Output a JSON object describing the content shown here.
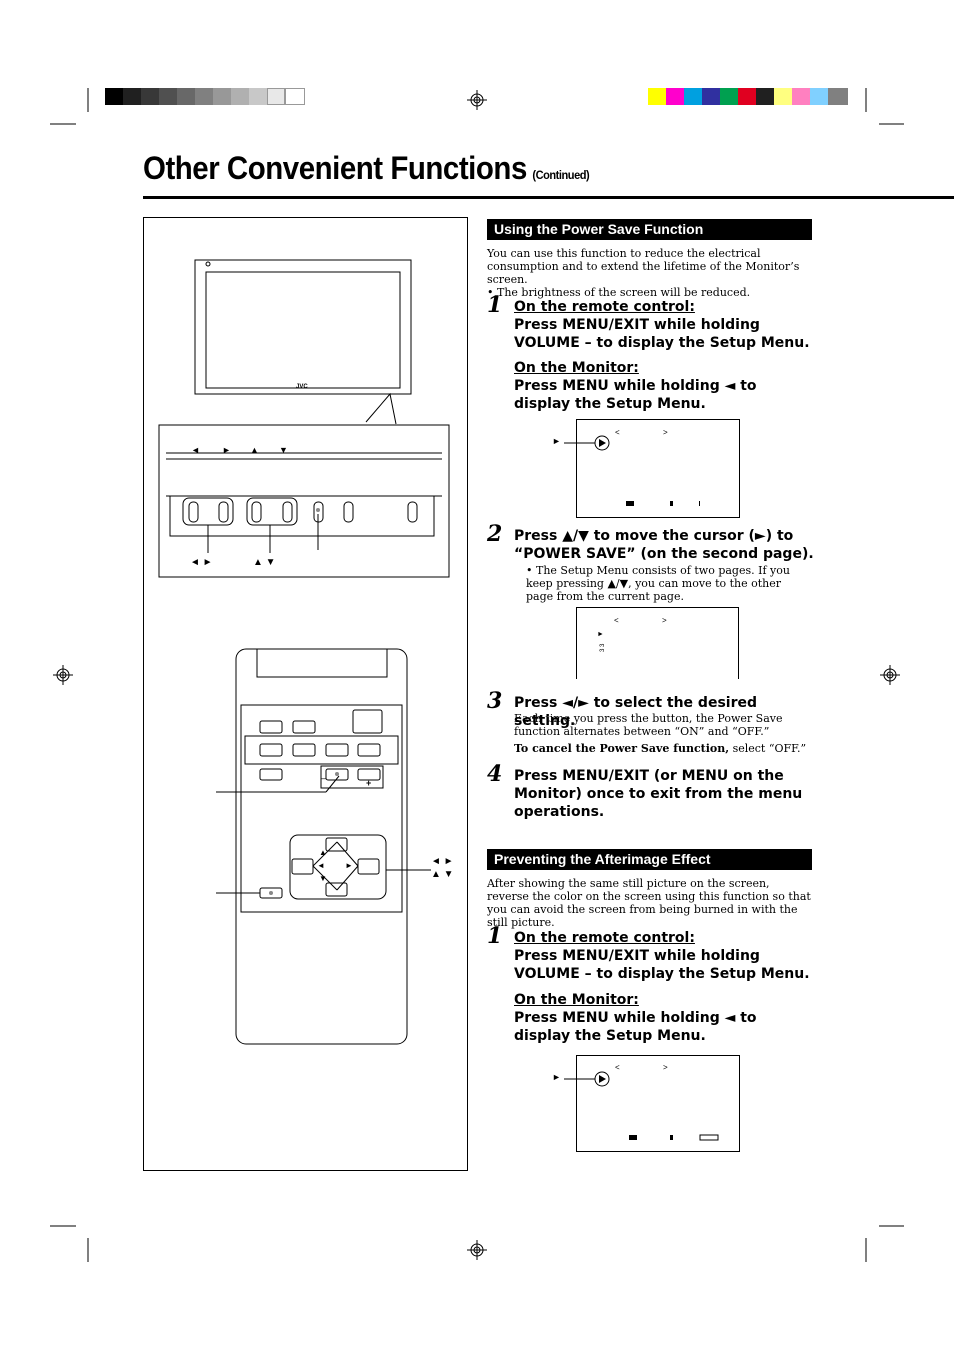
{
  "colors": {
    "gray_scale": [
      "#000000",
      "#202020",
      "#383838",
      "#505050",
      "#686868",
      "#808080",
      "#989898",
      "#b0b0b0",
      "#c8c8c8",
      "#e0e0e0",
      "#f4f4f4"
    ],
    "color_bar": [
      "#ffff00",
      "#ff00cc",
      "#00a0e0",
      "#3030a0",
      "#00a050",
      "#e00020",
      "#202020",
      "#ffff80",
      "#ff80c0",
      "#80d0ff",
      "#808080"
    ]
  },
  "header": {
    "title": "Other Convenient Functions",
    "continued": "(Continued)"
  },
  "illustration": {
    "arrow_left_right": "◄ ►",
    "arrow_up_down": "▲ ▼",
    "panel_arrows": [
      "◄",
      "►",
      "▲",
      "▼"
    ],
    "monitor_brand": "JVC",
    "remote_minus": "–",
    "remote_plus": "+",
    "remote_arrows": "◄ ► ▲ ▼"
  },
  "power_save": {
    "heading": "Using the Power Save Function",
    "intro_1": "You can use this function to reduce the electrical consumption and to extend the lifetime of the Monitor’s screen.",
    "intro_2": "• The brightness of the screen will be reduced.",
    "step1": {
      "num": "1",
      "remote_label": "On the remote control:",
      "remote_text": "Press MENU/EXIT while holding VOLUME – to display the Setup Menu.",
      "monitor_label": "On the Monitor:",
      "monitor_text": "Press MENU while holding ◄ to display the Setup Menu."
    },
    "step2": {
      "num": "2",
      "text": "Press ▲/▼ to move the cursor (►) to “POWER SAVE” (on the second page).",
      "note": "• The Setup Menu consists of two pages. If you keep pressing ▲/▼, you can move to the other page from the current page."
    },
    "step3": {
      "num": "3",
      "text": "Press ◄/► to select the desired setting.",
      "note": "Each time you press the button, the Power Save function alternates between “ON” and “OFF.”",
      "cancel_bold": "To cancel the Power Save function,",
      "cancel_rest": " select “OFF.”"
    },
    "step4": {
      "num": "4",
      "text": "Press MENU/EXIT (or MENU on the Monitor) once to exit from the menu operations."
    }
  },
  "afterimage": {
    "heading": "Preventing the Afterimage Effect",
    "intro": "After showing the same still picture on the screen, reverse the color on the screen using this function so that you can avoid the screen from being burned in with the still picture.",
    "step1": {
      "num": "1",
      "remote_label": "On the remote control:",
      "remote_text": "Press MENU/EXIT while holding VOLUME – to display the Setup Menu.",
      "monitor_label": "On the Monitor:",
      "monitor_text": "Press MENU while holding ◄ to display the Setup Menu."
    }
  },
  "screens": {
    "cursor": "►",
    "page_left": "<",
    "page_right": ">",
    "marker_33": "3 3"
  }
}
